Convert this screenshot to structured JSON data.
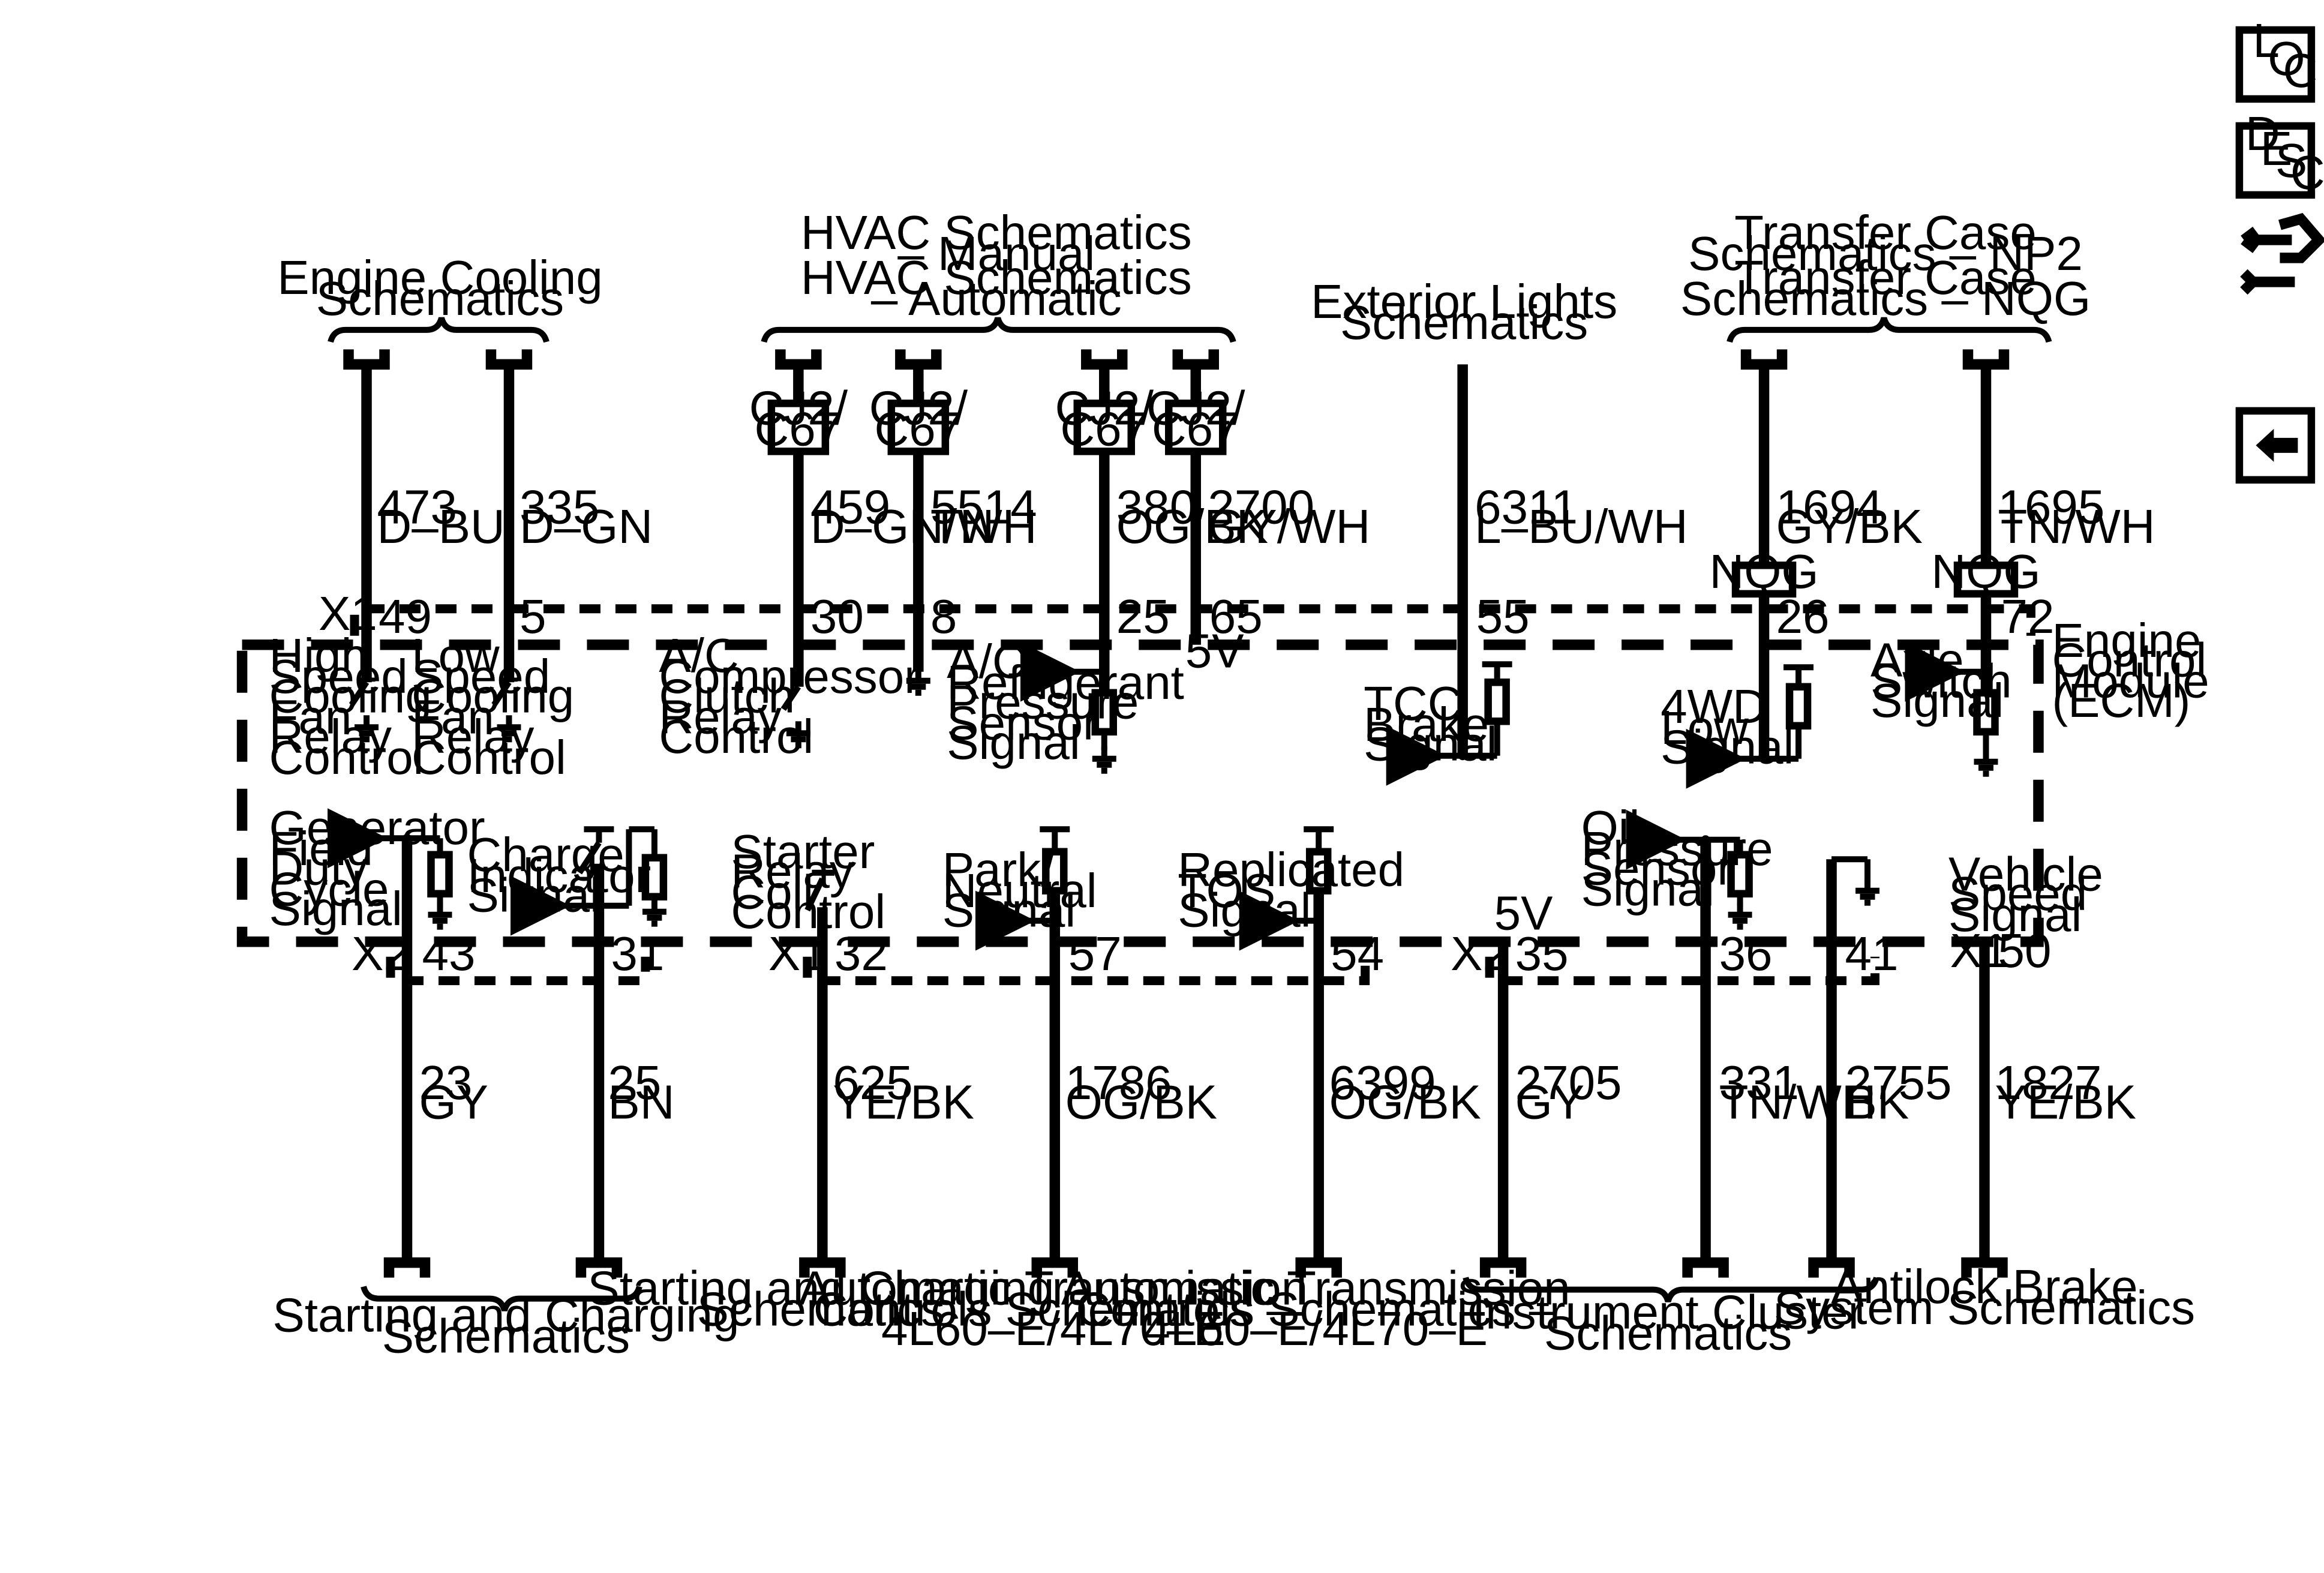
{
  "nav": {
    "loc": [
      "L",
      "O",
      "C"
    ],
    "desc": [
      "D",
      "E",
      "S",
      "C"
    ]
  },
  "module": {
    "name": [
      "Engine",
      "Control",
      "Module",
      "(ECM)"
    ]
  },
  "dests": {
    "engine_cooling": [
      "Engine Cooling",
      "Schematics"
    ],
    "hvac": [
      "HVAC Schematics",
      "– Manual",
      "HVAC Schematics",
      "– Automatic"
    ],
    "ext_lights": [
      "Exterior Lights",
      "Schematics"
    ],
    "transfer_case": [
      "Transfer Case",
      "Schematics – NP2",
      "Transfer Case",
      "Schematics – NQG"
    ],
    "start_charge_a": [
      "Starting and Charging",
      "Schematics"
    ],
    "start_charge_b": [
      "Starting and Charging",
      "Schematics"
    ],
    "trans_a": [
      "Automatic Transmission",
      "Controls Schematics –",
      "4L60–E/4L70–E"
    ],
    "trans_b": [
      "Automatic Transmission",
      "Controls Schematics –",
      "4L60–E/4L70–E"
    ],
    "cluster": [
      "Instrument Cluster",
      "Schematics"
    ],
    "abs": [
      "Antilock Brake",
      "System Schematics"
    ]
  },
  "connectors": {
    "x1": "X1",
    "x2": "X2",
    "cj2": [
      "CJ2/",
      "C67"
    ],
    "nqg": "NQG",
    "v5": "5V"
  },
  "circuits": {
    "c473": {
      "num": "473",
      "color": "D–BU",
      "pin": "49"
    },
    "c335": {
      "num": "335",
      "color": "D–GN",
      "pin": "5"
    },
    "c459": {
      "num": "459",
      "color": "D–GN/WH",
      "pin": "30"
    },
    "c5514": {
      "num": "5514",
      "color": "TN",
      "pin": "8"
    },
    "c380": {
      "num": "380",
      "color": "OG/BK",
      "pin": "25"
    },
    "c2700": {
      "num": "2700",
      "color": "GY/WH",
      "pin": "65"
    },
    "c6311": {
      "num": "6311",
      "color": "L–BU/WH",
      "pin": "55"
    },
    "c1694": {
      "num": "1694",
      "color": "GY/BK",
      "pin": "26"
    },
    "c1695": {
      "num": "1695",
      "color": "TN/WH",
      "pin": "72"
    },
    "c23": {
      "num": "23",
      "color": "GY",
      "pin": "43"
    },
    "c25": {
      "num": "25",
      "color": "BN",
      "pin": "31"
    },
    "c625": {
      "num": "625",
      "color": "YE/BK",
      "pin": "32"
    },
    "c1786": {
      "num": "1786",
      "color": "OG/BK",
      "pin": "57"
    },
    "c6399": {
      "num": "6399",
      "color": "OG/BK",
      "pin": "54"
    },
    "c2705": {
      "num": "2705",
      "color": "GY",
      "pin": "35"
    },
    "c331": {
      "num": "331",
      "color": "TN/WH",
      "pin": "36"
    },
    "c2755": {
      "num": "2755",
      "color": "BK",
      "pin": "41"
    },
    "c1827": {
      "num": "1827",
      "color": "YE/BK",
      "pin": "50"
    }
  },
  "signals": {
    "hs_fan": [
      "High",
      "Speed",
      "Cooling",
      "Fan",
      "Relay",
      "Control"
    ],
    "ls_fan": [
      "Low",
      "Speed",
      "Cooling",
      "Fan",
      "Relay",
      "Control"
    ],
    "ac_clutch": [
      "A/C",
      "Compressor",
      "Clutch",
      "Relay",
      "Control"
    ],
    "ac_press": [
      "A/C",
      "Refrigerant",
      "Pressure",
      "Sensor",
      "Signal"
    ],
    "tcc": [
      "TCC",
      "Brake",
      "Signal"
    ],
    "fwd_low": [
      "4WD",
      "Low",
      "Signal"
    ],
    "axle": [
      "Axle",
      "Switch",
      "Signal"
    ],
    "gen_field": [
      "Generator",
      "Field",
      "Duty",
      "Cycle",
      "Signal"
    ],
    "charge_ind": [
      "Charge",
      "Indicator",
      "Signal"
    ],
    "starter": [
      "Starter",
      "Relay",
      "Coil",
      "Control"
    ],
    "park_neutral": [
      "Park/",
      "Neutral",
      "Signal"
    ],
    "tos": [
      "Replicated",
      "TOS",
      "Signal"
    ],
    "oil_press": [
      "Oil",
      "Pressure",
      "Sensor",
      "Signal"
    ],
    "vss": [
      "Vehicle",
      "Speed",
      "Signal"
    ]
  }
}
